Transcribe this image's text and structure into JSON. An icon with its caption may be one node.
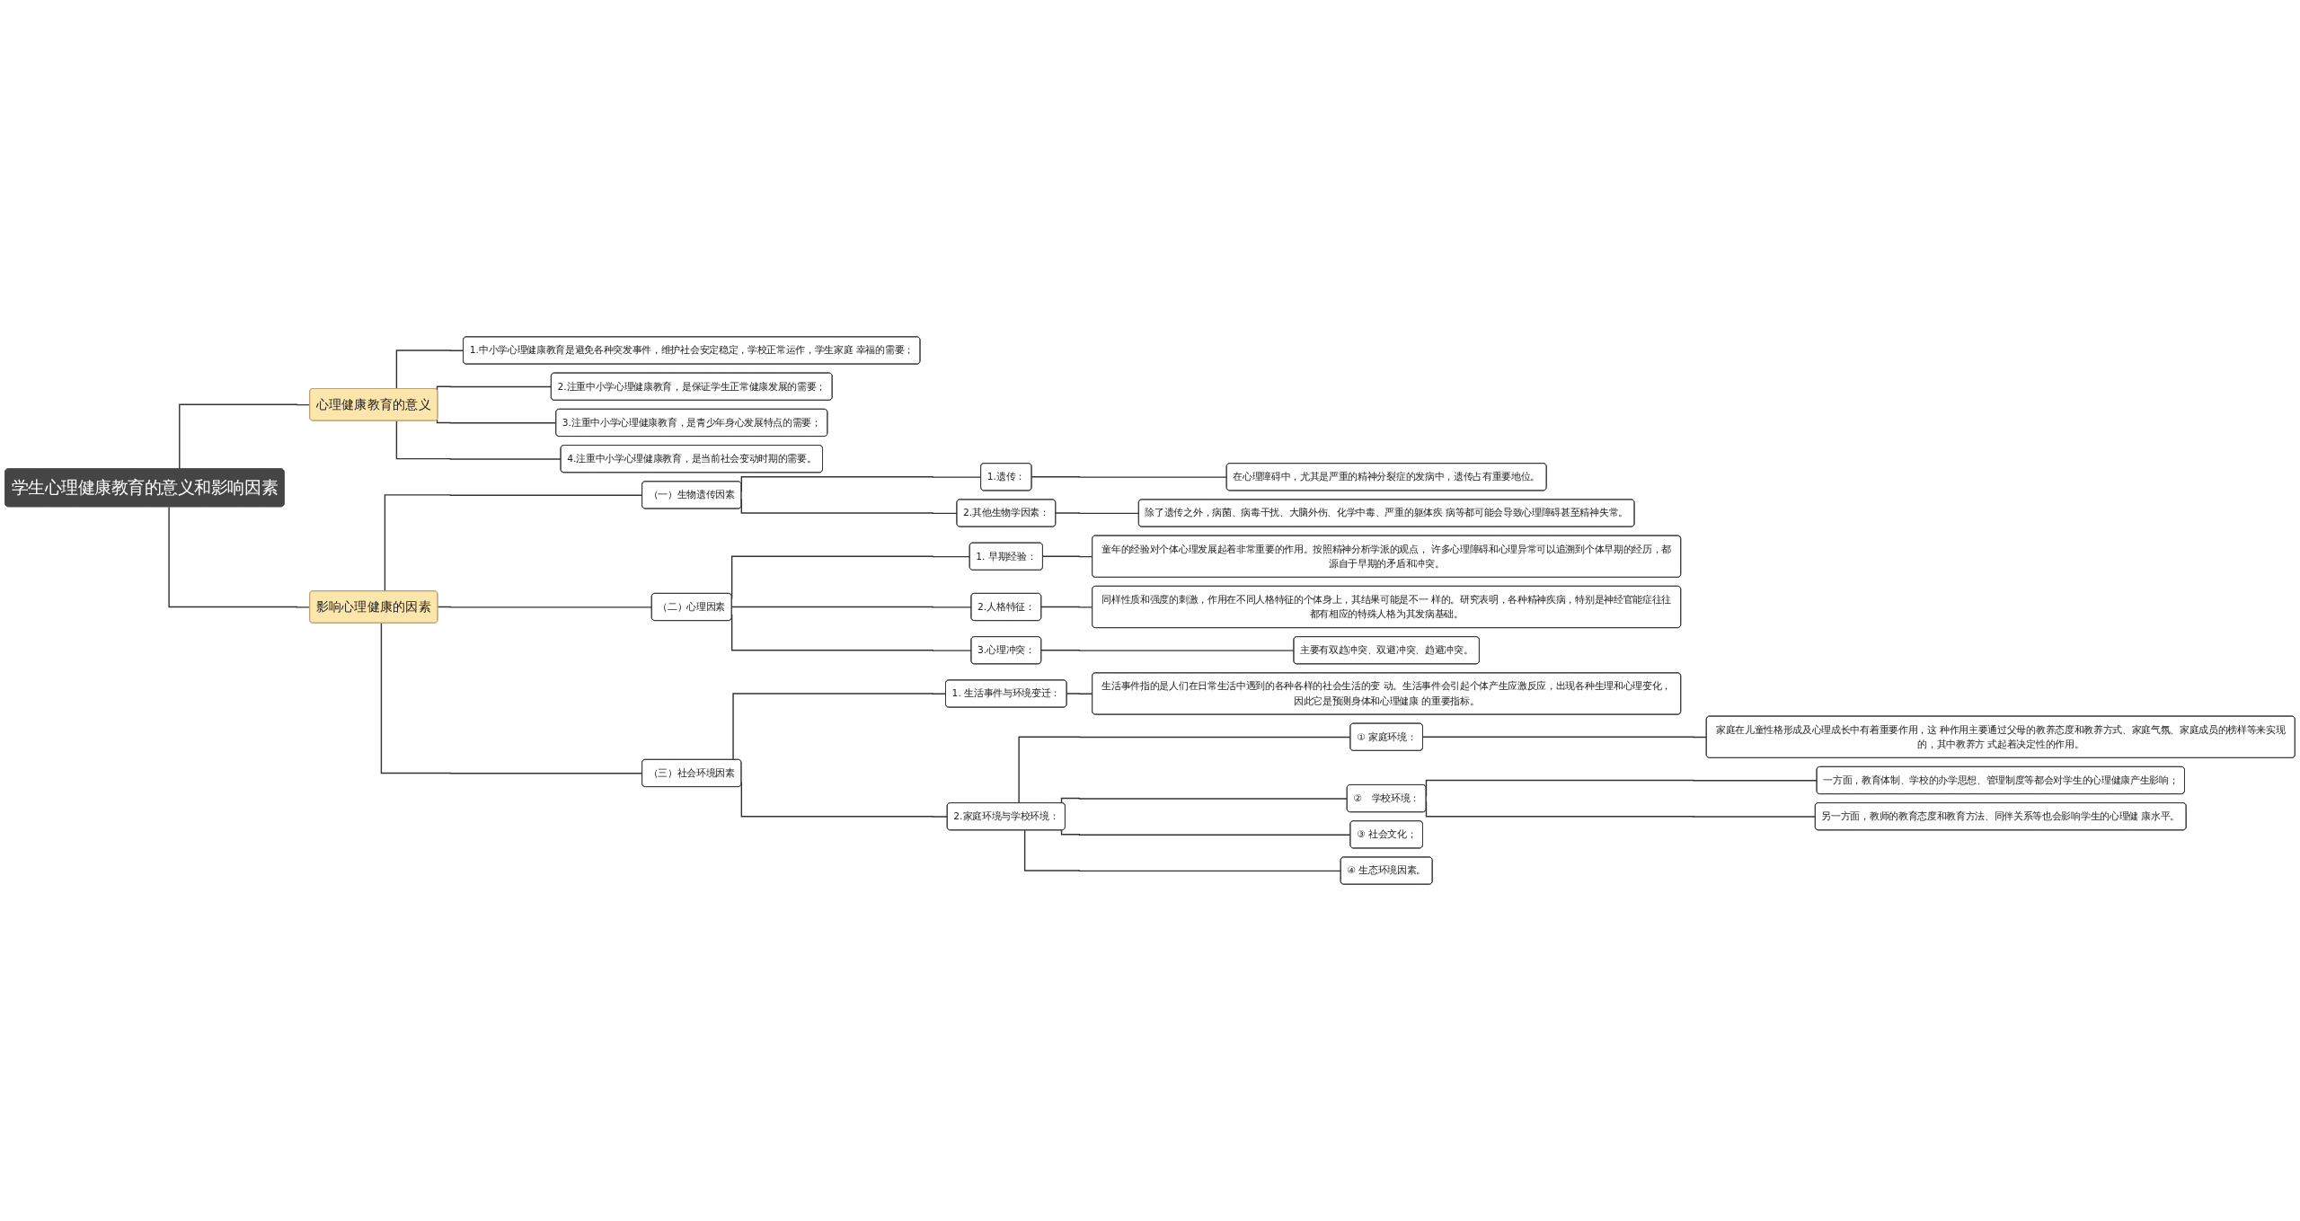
{
  "diagram": {
    "nodes": [
      {
        "text": [
          "学生心理健康教育的意义和影响因素"
        ]
      },
      {
        "text": [
          "心理健康教育的意义"
        ]
      },
      {
        "text": [
          "1.中小学心理健康教育是避免各种突发事件，维护社会安定稳定，学校正常运作，学生家庭 幸福的需要；"
        ]
      },
      {
        "text": [
          "2.注重中小学心理健康教育，是保证学生正常健康发展的需要；"
        ]
      },
      {
        "text": [
          "3.注重中小学心理健康教育，是青少年身心发展特点的需要；"
        ]
      },
      {
        "text": [
          "4.注重中小学心理健康教育，是当前社会变动时期的需要。"
        ]
      },
      {
        "text": [
          "影响心理健康的因素"
        ]
      },
      {
        "text": [
          "（一）生物遗传因素"
        ]
      },
      {
        "text": [
          "1.遗传："
        ]
      },
      {
        "text": [
          "在心理障碍中，尤其是严重的精神分裂症的发病中，遗传占有重要地位。"
        ]
      },
      {
        "text": [
          "2.其他生物学因素："
        ]
      },
      {
        "text": [
          "除了遗传之外，病菌、病毒干扰、大脑外伤、化学中毒、严重的躯体疾 病等都可能会导致心理障碍甚至精神失常。"
        ]
      },
      {
        "text": [
          "（二）心理因素"
        ]
      },
      {
        "text": [
          "1. 早期经验："
        ]
      },
      {
        "text": [
          "童年的经验对个体心理发展起着非常重要的作用。按照精神分析学派的观点， 许多心理障碍和心理异常可以追溯到个体早期的经历，都源自于早期的矛盾和冲突。"
        ]
      },
      {
        "text": [
          "2.人格特征："
        ]
      },
      {
        "text": [
          "同样性质和强度的刺激，作用在不同人格特征的个体身上，其结果可能是不一 样的。研究表明，各种精神疾病，特别是神经官能症往往都有相应的特殊人格为其发病基础。"
        ]
      },
      {
        "text": [
          "3.心理冲突："
        ]
      },
      {
        "text": [
          "主要有双趋冲突、双避冲突、趋避冲突。"
        ]
      },
      {
        "text": [
          "（三）社会环境因素"
        ]
      },
      {
        "text": [
          "1. 生活事件与环境变迁："
        ]
      },
      {
        "text": [
          "生活事件指的是人们在日常生活中遇到的各种各样的社会生活的变 动。生活事件会引起个体产生应激反应，出现各种生理和心理变化，因此它是预测身体和心理健康 的重要指标。"
        ]
      },
      {
        "text": [
          "2.家庭环境与学校环境："
        ]
      },
      {
        "text": [
          "① 家庭环境："
        ]
      },
      {
        "text": [
          "家庭在儿童性格形成及心理成长中有着重要作用，这 种作用主要通过父母的教养态度和教养方式、家庭气氛、家庭成员的榜样等来实现的，其中教养方 式起着决定性的作用。"
        ]
      },
      {
        "text": [
          "②　学校环境："
        ]
      },
      {
        "text": [
          "一方面，教育体制、学校的办学思想、管理制度等都会对学生的心理健康产生影响；"
        ]
      },
      {
        "text": [
          "另一方面，教师的教育态度和教育方法、同伴关系等也会影响学生的心理健 康水平。"
        ]
      },
      {
        "text": [
          "③ 社会文化；"
        ]
      },
      {
        "text": [
          "④ 生态环境因素。"
        ]
      }
    ],
    "edges": [
      {
        "from": 0,
        "to": 1,
        "arrow": "none"
      },
      {
        "from": 1,
        "to": 2,
        "arrow": "none"
      },
      {
        "from": 1,
        "to": 3,
        "arrow": "none"
      },
      {
        "from": 1,
        "to": 4,
        "arrow": "none"
      },
      {
        "from": 1,
        "to": 5,
        "arrow": "none"
      },
      {
        "from": 0,
        "to": 6,
        "arrow": "none"
      },
      {
        "from": 6,
        "to": 7,
        "arrow": "none"
      },
      {
        "from": 7,
        "to": 8,
        "arrow": "none"
      },
      {
        "from": 8,
        "to": 9,
        "arrow": "none"
      },
      {
        "from": 7,
        "to": 10,
        "arrow": "none"
      },
      {
        "from": 10,
        "to": 11,
        "arrow": "none"
      },
      {
        "from": 6,
        "to": 12,
        "arrow": "none"
      },
      {
        "from": 12,
        "to": 13,
        "arrow": "none"
      },
      {
        "from": 13,
        "to": 14,
        "arrow": "none"
      },
      {
        "from": 12,
        "to": 15,
        "arrow": "none"
      },
      {
        "from": 15,
        "to": 16,
        "arrow": "none"
      },
      {
        "from": 12,
        "to": 17,
        "arrow": "none"
      },
      {
        "from": 17,
        "to": 18,
        "arrow": "none"
      },
      {
        "from": 6,
        "to": 19,
        "arrow": "none"
      },
      {
        "from": 19,
        "to": 20,
        "arrow": "none"
      },
      {
        "from": 20,
        "to": 21,
        "arrow": "none"
      },
      {
        "from": 19,
        "to": 22,
        "arrow": "none"
      },
      {
        "from": 22,
        "to": 23,
        "arrow": "none"
      },
      {
        "from": 23,
        "to": 24,
        "arrow": "none"
      },
      {
        "from": 22,
        "to": 25,
        "arrow": "none"
      },
      {
        "from": 25,
        "to": 26,
        "arrow": "none"
      },
      {
        "from": 25,
        "to": 27,
        "arrow": "none"
      },
      {
        "from": 22,
        "to": 28,
        "arrow": "none"
      },
      {
        "from": 22,
        "to": 29,
        "arrow": "none"
      }
    ]
  }
}
